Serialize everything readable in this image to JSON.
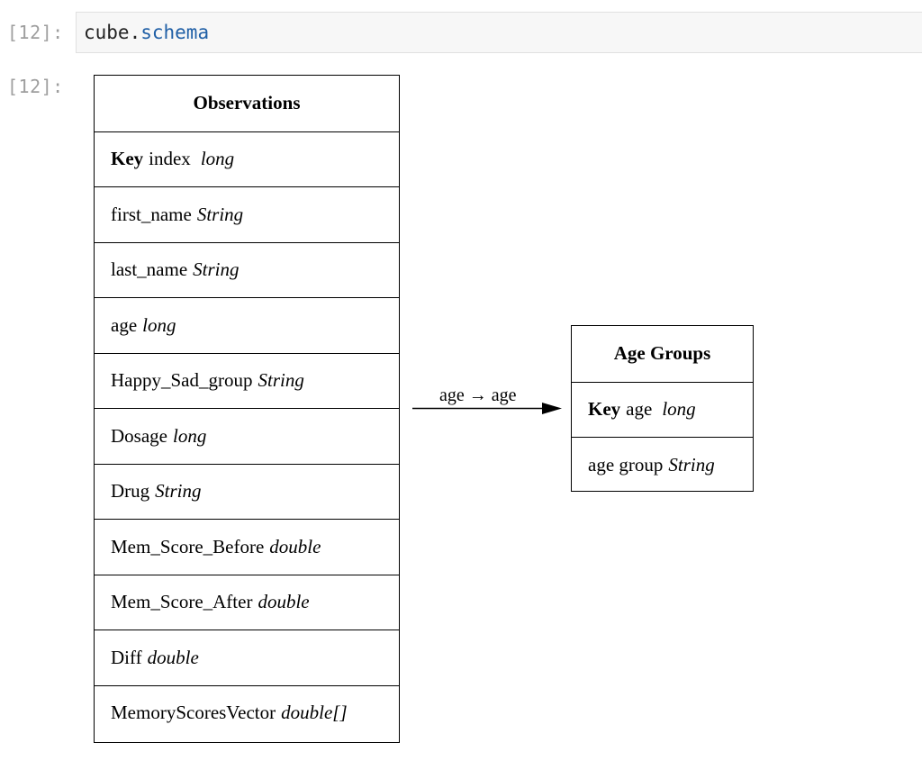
{
  "cell": {
    "input_prompt": "[12]:",
    "output_prompt": "[12]:",
    "code": {
      "variable": "cube",
      "dot": ".",
      "attribute": "schema"
    }
  },
  "diagram": {
    "observations": {
      "title": "Observations",
      "key_label": "Key",
      "rows": [
        {
          "name": "index",
          "type": "long",
          "key": true
        },
        {
          "name": "first_name",
          "type": "String"
        },
        {
          "name": "last_name",
          "type": "String"
        },
        {
          "name": "age",
          "type": "long"
        },
        {
          "name": "Happy_Sad_group",
          "type": "String"
        },
        {
          "name": "Dosage",
          "type": "long"
        },
        {
          "name": "Drug",
          "type": "String"
        },
        {
          "name": "Mem_Score_Before",
          "type": "double"
        },
        {
          "name": "Mem_Score_After",
          "type": "double"
        },
        {
          "name": "Diff",
          "type": "double"
        },
        {
          "name": "MemoryScoresVector",
          "type": "double[]"
        }
      ]
    },
    "age_groups": {
      "title": "Age Groups",
      "key_label": "Key",
      "rows": [
        {
          "name": "age",
          "type": "long",
          "key": true
        },
        {
          "name": "age group",
          "type": "String"
        }
      ]
    },
    "edge": {
      "label": "age → age"
    }
  }
}
